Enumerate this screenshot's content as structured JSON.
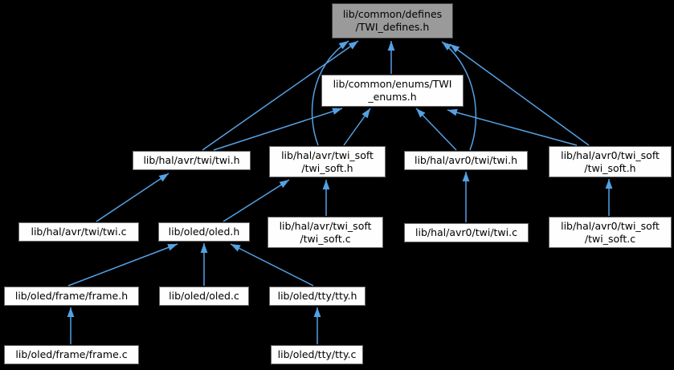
{
  "page": {
    "background_color": "#000000",
    "description": "Reverse include dependency graph for TWI_defines.h"
  },
  "colors": {
    "edge": "#54a1e4",
    "node_fill": "#fefefe",
    "node_border": "#686868",
    "root_node_fill": "#9a9a9a",
    "root_node_border": "#404040",
    "node_text": "#000000"
  },
  "graph": {
    "nodes": [
      {
        "id": "twi-defines-h",
        "role": "current-file",
        "lines": [
          "lib/common/defines",
          "/TWI_defines.h"
        ]
      },
      {
        "id": "twi-enums-h",
        "role": "header",
        "lines": [
          "lib/common/enums/TWI",
          "_enums.h"
        ]
      },
      {
        "id": "hal-avr-twi-h",
        "role": "header",
        "lines": [
          "lib/hal/avr/twi/twi.h"
        ]
      },
      {
        "id": "hal-avr-twi-soft-h",
        "role": "header",
        "lines": [
          "lib/hal/avr/twi_soft",
          "/twi_soft.h"
        ]
      },
      {
        "id": "hal-avr0-twi-h",
        "role": "header",
        "lines": [
          "lib/hal/avr0/twi/twi.h"
        ]
      },
      {
        "id": "hal-avr0-twi-soft-h",
        "role": "header",
        "lines": [
          "lib/hal/avr0/twi_soft",
          "/twi_soft.h"
        ]
      },
      {
        "id": "hal-avr-twi-c",
        "role": "source",
        "lines": [
          "lib/hal/avr/twi/twi.c"
        ]
      },
      {
        "id": "oled-h",
        "role": "header",
        "lines": [
          "lib/oled/oled.h"
        ]
      },
      {
        "id": "hal-avr-twi-soft-c",
        "role": "source",
        "lines": [
          "lib/hal/avr/twi_soft",
          "/twi_soft.c"
        ]
      },
      {
        "id": "hal-avr0-twi-c",
        "role": "source",
        "lines": [
          "lib/hal/avr0/twi/twi.c"
        ]
      },
      {
        "id": "hal-avr0-twi-soft-c",
        "role": "source",
        "lines": [
          "lib/hal/avr0/twi_soft",
          "/twi_soft.c"
        ]
      },
      {
        "id": "oled-frame-h",
        "role": "header",
        "lines": [
          "lib/oled/frame/frame.h"
        ]
      },
      {
        "id": "oled-c",
        "role": "source",
        "lines": [
          "lib/oled/oled.c"
        ]
      },
      {
        "id": "oled-tty-h",
        "role": "header",
        "lines": [
          "lib/oled/tty/tty.h"
        ]
      },
      {
        "id": "oled-frame-c",
        "role": "source",
        "lines": [
          "lib/oled/frame/frame.c"
        ]
      },
      {
        "id": "oled-tty-c",
        "role": "source",
        "lines": [
          "lib/oled/tty/tty.c"
        ]
      }
    ],
    "edges": [
      {
        "from": "twi-enums-h",
        "to": "twi-defines-h"
      },
      {
        "from": "hal-avr-twi-h",
        "to": "twi-defines-h"
      },
      {
        "from": "hal-avr-twi-h",
        "to": "twi-enums-h"
      },
      {
        "from": "hal-avr-twi-soft-h",
        "to": "twi-defines-h"
      },
      {
        "from": "hal-avr-twi-soft-h",
        "to": "twi-enums-h"
      },
      {
        "from": "hal-avr0-twi-h",
        "to": "twi-defines-h"
      },
      {
        "from": "hal-avr0-twi-h",
        "to": "twi-enums-h"
      },
      {
        "from": "hal-avr0-twi-soft-h",
        "to": "twi-defines-h"
      },
      {
        "from": "hal-avr0-twi-soft-h",
        "to": "twi-enums-h"
      },
      {
        "from": "hal-avr-twi-c",
        "to": "hal-avr-twi-h"
      },
      {
        "from": "oled-h",
        "to": "hal-avr-twi-soft-h"
      },
      {
        "from": "hal-avr-twi-soft-c",
        "to": "hal-avr-twi-soft-h"
      },
      {
        "from": "hal-avr0-twi-c",
        "to": "hal-avr0-twi-h"
      },
      {
        "from": "hal-avr0-twi-soft-c",
        "to": "hal-avr0-twi-soft-h"
      },
      {
        "from": "oled-frame-h",
        "to": "oled-h"
      },
      {
        "from": "oled-c",
        "to": "oled-h"
      },
      {
        "from": "oled-tty-h",
        "to": "oled-h"
      },
      {
        "from": "oled-frame-c",
        "to": "oled-frame-h"
      },
      {
        "from": "oled-tty-c",
        "to": "oled-tty-h"
      }
    ]
  }
}
